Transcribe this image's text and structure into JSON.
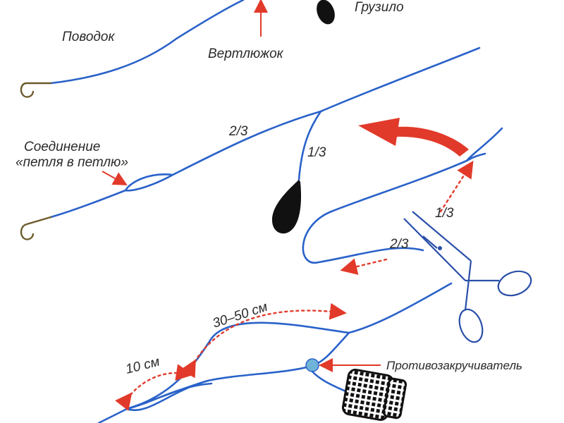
{
  "labels": {
    "leader": "Поводок",
    "swivel": "Вертлюжок",
    "sinker": "Грузило",
    "loop_line1": "Соединение",
    "loop_line2": "«петля в петлю»",
    "two_thirds": "2/3",
    "one_third": "1/3",
    "cut_one_third": "1/3",
    "cut_two_thirds": "2/3",
    "dist_30_50": "30–50 см",
    "dist_10": "10 см",
    "anti_twist": "Противозакручиватель"
  },
  "colors": {
    "line": "#2a62c9",
    "accent": "#e23a2a",
    "text": "#2a2a2a",
    "sinker": "#111111"
  }
}
